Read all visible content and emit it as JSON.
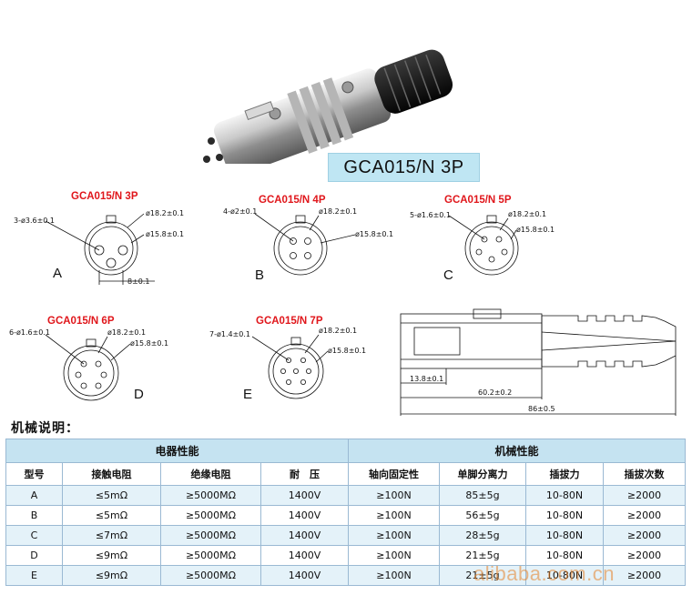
{
  "product": {
    "model_label": "GCA015/N 3P"
  },
  "drawings": [
    {
      "title": "GCA015/N 3P",
      "letter": "A",
      "dims": [
        "3-ø3.6±0.1",
        "ø18.2±0.1",
        "ø15.8±0.1",
        "8±0.1"
      ]
    },
    {
      "title": "GCA015/N 4P",
      "letter": "B",
      "dims": [
        "4-ø2±0.1",
        "ø18.2±0.1",
        "ø15.8±0.1"
      ]
    },
    {
      "title": "GCA015/N 5P",
      "letter": "C",
      "dims": [
        "5-ø1.6±0.1",
        "ø18.2±0.1",
        "ø15.8±0.1"
      ]
    },
    {
      "title": "GCA015/N 6P",
      "letter": "D",
      "dims": [
        "6-ø1.6±0.1",
        "ø18.2±0.1",
        "ø15.8±0.1"
      ]
    },
    {
      "title": "GCA015/N 7P",
      "letter": "E",
      "dims": [
        "7-ø1.4±0.1",
        "ø18.2±0.1",
        "ø15.8±0.1"
      ]
    }
  ],
  "side_view": {
    "dims": [
      "13.8±0.1",
      "60.2±0.2",
      "86±0.5"
    ]
  },
  "spec_section_title": "机械说明：",
  "table": {
    "group_headers": [
      "电器性能",
      "机械性能"
    ],
    "columns": [
      "型号",
      "接触电阻",
      "绝缘电阻",
      "耐　压",
      "轴向固定性",
      "单脚分离力",
      "插拔力",
      "插拔次数"
    ],
    "rows": [
      [
        "A",
        "≤5mΩ",
        "≥5000MΩ",
        "1400V",
        "≥100N",
        "85±5g",
        "10-80N",
        "≥2000"
      ],
      [
        "B",
        "≤5mΩ",
        "≥5000MΩ",
        "1400V",
        "≥100N",
        "56±5g",
        "10-80N",
        "≥2000"
      ],
      [
        "C",
        "≤7mΩ",
        "≥5000MΩ",
        "1400V",
        "≥100N",
        "28±5g",
        "10-80N",
        "≥2000"
      ],
      [
        "D",
        "≤9mΩ",
        "≥5000MΩ",
        "1400V",
        "≥100N",
        "21±5g",
        "10-80N",
        "≥2000"
      ],
      [
        "E",
        "≤9mΩ",
        "≥5000MΩ",
        "1400V",
        "≥100N",
        "21±5g",
        "10-80N",
        "≥2000"
      ]
    ]
  },
  "watermark": "alibaba.com.cn"
}
